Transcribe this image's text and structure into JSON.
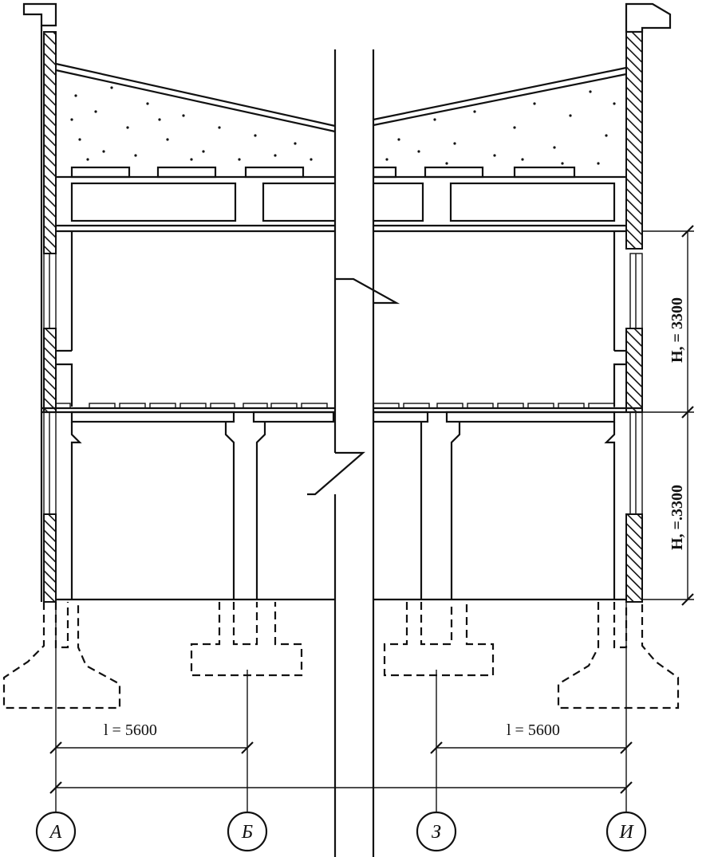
{
  "dimensions": {
    "span_left": "l = 5600",
    "span_right": "l = 5600",
    "height_upper": "H, = 3300",
    "height_lower": "H, =.3300"
  },
  "axes": [
    "А",
    "Б",
    "З",
    "И"
  ]
}
